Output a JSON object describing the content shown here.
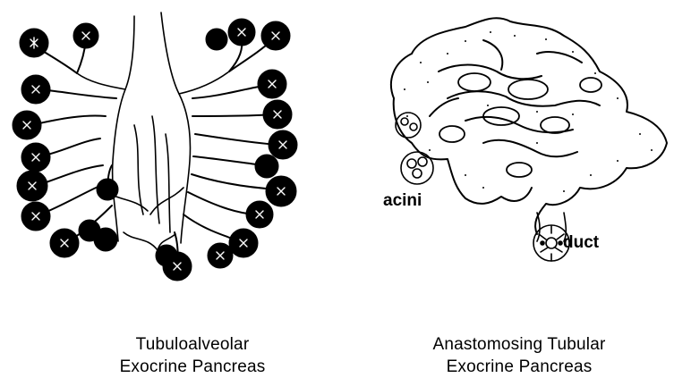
{
  "figure": {
    "left_panel": {
      "caption_line1": "Tubuloalveolar",
      "caption_line2": "Exocrine Pancreas"
    },
    "right_panel": {
      "caption_line1": "Anastomosing Tubular",
      "caption_line2": "Exocrine Pancreas",
      "labels": {
        "acini": "acini",
        "duct": "duct"
      }
    }
  },
  "colors": {
    "ink": "#000000",
    "background": "#ffffff"
  }
}
